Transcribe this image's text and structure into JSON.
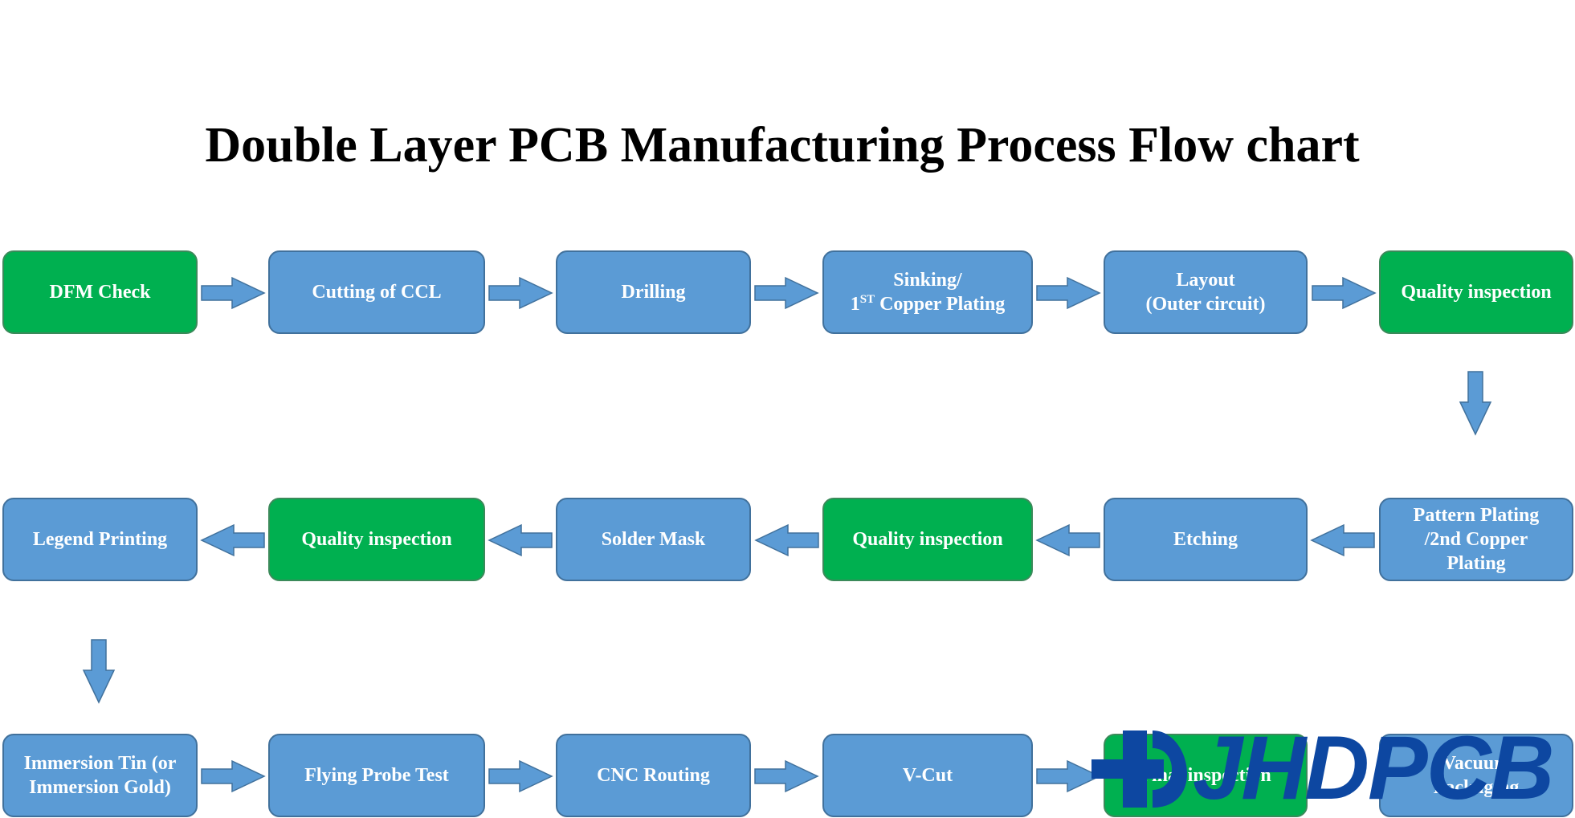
{
  "title": "Double Layer PCB Manufacturing Process Flow chart",
  "steps": {
    "dfm_check": "DFM Check",
    "cutting_ccl": "Cutting of CCL",
    "drilling": "Drilling",
    "sinking_1": "Sinking/",
    "sinking_2_prefix": "1",
    "sinking_2_sup": "ST",
    "sinking_2_suffix": " Copper Plating",
    "layout_1": "Layout",
    "layout_2": "(Outer circuit)",
    "quality_1": "Quality inspection",
    "pattern_1": "Pattern Plating",
    "pattern_2": "/2nd Copper",
    "pattern_3": "Plating",
    "etching": "Etching",
    "quality_2": "Quality inspection",
    "solder_mask": "Solder Mask",
    "quality_3": "Quality inspection",
    "legend_printing": "Legend Printing",
    "immersion_1": "Immersion Tin (or",
    "immersion_2": "Immersion Gold)",
    "flying_probe": "Flying Probe Test",
    "cnc_routing": "CNC Routing",
    "v_cut": "V-Cut",
    "final_inspection": "Final inspection",
    "vacuum_1": "Vacuum",
    "vacuum_2": "Packaging"
  },
  "logo": {
    "text": "JHDPCB"
  },
  "colors": {
    "step_blue": "#5b9bd5",
    "inspection_green": "#00b050",
    "arrow_blue": "#5b9bd5",
    "logo_blue": "#0d47a1"
  }
}
